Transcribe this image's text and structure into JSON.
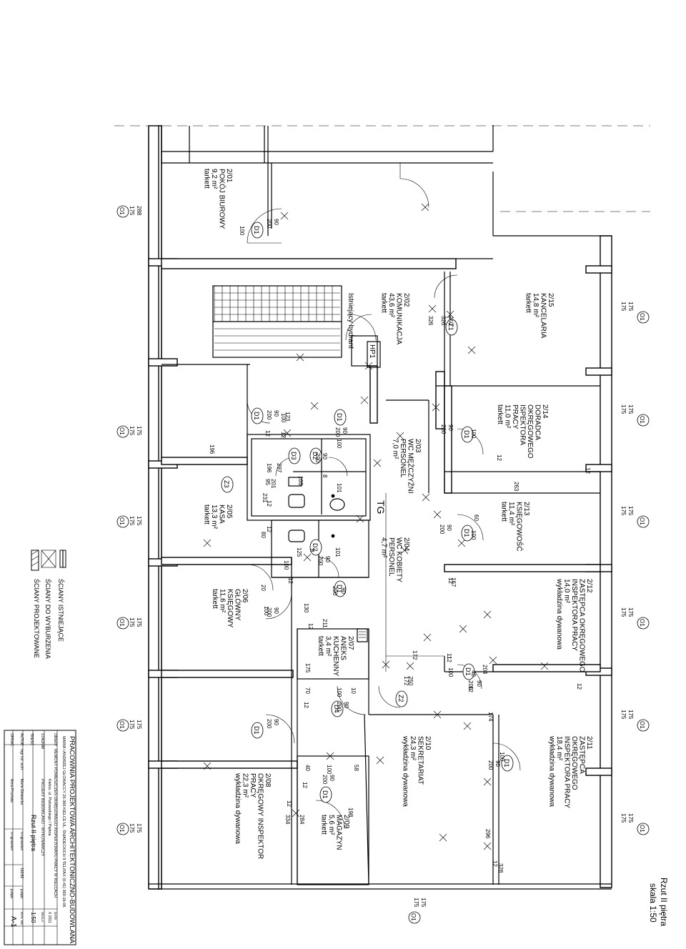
{
  "rooms": [
    {
      "id": "r201",
      "lines": [
        "2/01",
        "POKÓJ BIUROWY",
        "9,2 m²",
        "tarkett"
      ]
    },
    {
      "id": "r202",
      "lines": [
        "2/02",
        "KOMUNIKACJA",
        "43,6 m²",
        "tarkett"
      ]
    },
    {
      "id": "r203",
      "lines": [
        "2/03",
        "WC MĘŻCZYŹNI",
        "PERSONEL",
        "7,0 m²"
      ]
    },
    {
      "id": "r204",
      "lines": [
        "2/04",
        "WC KOBIETY",
        "PERSONEL",
        "4,7 m²"
      ]
    },
    {
      "id": "r205",
      "lines": [
        "2/05",
        "KASA",
        "13,3 m²",
        "tarkett"
      ]
    },
    {
      "id": "r206",
      "lines": [
        "2/06",
        "GŁÓWNY",
        "KSIĘGOWY",
        "11,6 m²",
        "tarkett"
      ]
    },
    {
      "id": "r207",
      "lines": [
        "2/07",
        "ANEKS",
        "KUCHENNY",
        "3,4 m²",
        "tarkett"
      ]
    },
    {
      "id": "r208",
      "lines": [
        "2/08",
        "OKRĘGOWY INSPEKTOR",
        "PRACY",
        "22,3 m²",
        "wykładzina dywanowa"
      ]
    },
    {
      "id": "r209",
      "lines": [
        "2/09",
        "MAGAZYN",
        "5,6 m²",
        "tarkett"
      ]
    },
    {
      "id": "r210",
      "lines": [
        "2/10",
        "SEKRETARIAT",
        "24,3 m²",
        "wykładzina dywanowa"
      ]
    },
    {
      "id": "r211",
      "lines": [
        "2/11",
        "ZASTĘPCA",
        "OKRĘGOWEGO",
        "INSPEKTORA PRACY",
        "18,4 m²",
        "wykładzina dywanowa"
      ]
    },
    {
      "id": "r212",
      "lines": [
        "2/12",
        "ZASTĘPCA OKRĘGOWEGO",
        "INSPEKTORA PRACY",
        "14,0 m²",
        "wykładzina dywanowa"
      ]
    },
    {
      "id": "r213",
      "lines": [
        "2/13",
        "KSIĘGOWOŚĆ",
        "11,4 m²",
        "tarkett"
      ]
    },
    {
      "id": "r214",
      "lines": [
        "2/14",
        "DORADCA",
        "OKRĘGOWEGO",
        "ISPEKTORA",
        "PRACY",
        "11,0 m²",
        "tarkett"
      ]
    },
    {
      "id": "r215",
      "lines": [
        "2/15",
        "KANCELARIA",
        "14,8 m²",
        "tarkett"
      ]
    }
  ],
  "labels": {
    "hydrant": "Istniejący hydrant",
    "hp": "HP1",
    "tg": "TG",
    "window_code": "O1",
    "door_d1": "D1",
    "door_d2": "D2",
    "door_d3": "D3",
    "door_d4": "D4",
    "door_z1": "Z1",
    "door_z2": "Z2",
    "door_z3": "Z3"
  },
  "window_pairs": [
    "288",
    "175",
    "175",
    "175",
    "175",
    "175",
    "175",
    "175",
    "175",
    "175",
    "175",
    "175"
  ],
  "right_pairs": [
    "175",
    "175",
    "175",
    "175",
    "175",
    "175",
    "175",
    "175",
    "175",
    "175",
    "175",
    "175",
    "175",
    "175"
  ],
  "dims": {
    "d90": "90",
    "d200": "200",
    "d100": "100",
    "d12": "12",
    "d196": "196",
    "d297": "297",
    "d95": "95",
    "d201": "201",
    "d231": "231",
    "d80": "80",
    "d123": "123",
    "d125": "125",
    "d101": "101",
    "d103": "103",
    "d8": "8",
    "d130": "130",
    "d211": "211",
    "d70": "70",
    "d10": "10",
    "d175": "175",
    "d40": "40",
    "d58": "58",
    "d198": "198",
    "d284": "284",
    "d334": "334",
    "d326": "326",
    "d250": "250",
    "d172": "172",
    "d263": "263",
    "d167": "167",
    "d204": "204",
    "d174": "174",
    "d296": "296",
    "d328": "328",
    "d20": "20",
    "d11": "11",
    "d60": "60"
  },
  "legend": [
    {
      "label": "ŚCIANY ISTNIEJĄCE"
    },
    {
      "label": "ŚCIANY DO WYBURZENIA"
    },
    {
      "label": "ŚCIANY PROJEKTOWANE"
    }
  ],
  "title_block": {
    "office": "PRACOWNIA PROJEKTOWA ARCHITEKTONICZNO-BUDOWLANA",
    "office_address": "MARIA i ANDRZEJ GŁOWACCY 25-366 KIELCE UL. ŚNIADECKICH 9 TEL/FAX (0-41) 360-16-06",
    "obiekt_label": "OBIEKT",
    "obiekt": "REMONT POMIESZCZEŃ OKRĘGOWEGO INSPEKTORATU PRACY W KIELCACH",
    "adres": "Kielce, ul. Pstrowskiego / Piękna",
    "stadium_label": "STADIUM",
    "stadium": "PROJEKT BUDOWLANO - WYKONAWCZY",
    "tresc_label": "TREŚĆ",
    "tresc": "Rzut II piętra",
    "autor_label": "AUTOR",
    "autor_title": "mgr inż. arch.",
    "autor": "Maria Głowacka",
    "upr_label": "nr uprawnień",
    "upr_autor": "192/82",
    "podpis_label": "podpis",
    "oprac_label": "OPRAC.",
    "oprac": "Anna Prochała",
    "data_label": "DATA",
    "data": "X 2011",
    "skala_label": "SKALA",
    "skala": "1:50",
    "rys_label": "RYS. NR",
    "rys": "A-1"
  },
  "drawing_title": {
    "title": "Rzut II piętra",
    "scale": "skala 1:50"
  }
}
